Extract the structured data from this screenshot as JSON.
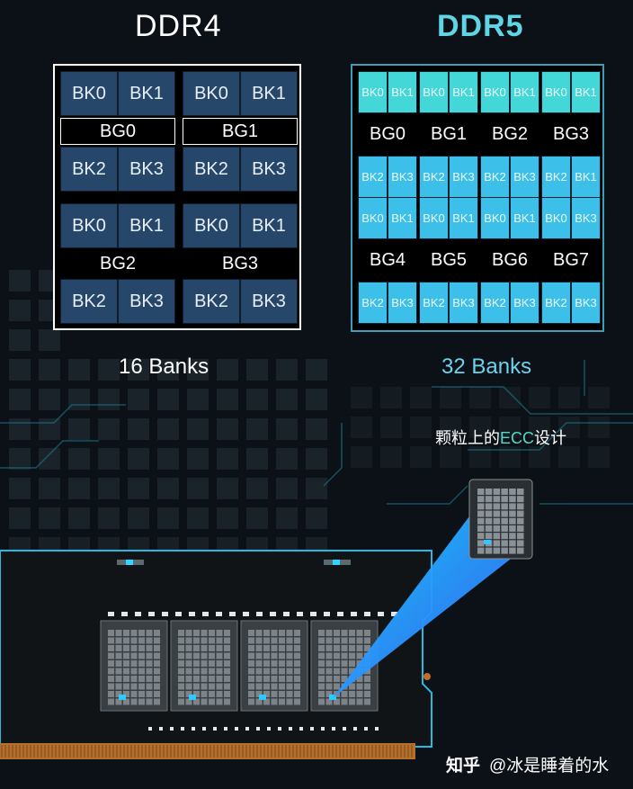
{
  "ddr4": {
    "title": "DDR4",
    "bank_count": "16 Banks",
    "groups": [
      {
        "label": "BG0",
        "banks": [
          "BK0",
          "BK1",
          "BK2",
          "BK3"
        ]
      },
      {
        "label": "BG1",
        "banks": [
          "BK0",
          "BK1",
          "BK2",
          "BK3"
        ]
      },
      {
        "label": "BG2",
        "banks": [
          "BK0",
          "BK1",
          "BK2",
          "BK3"
        ]
      },
      {
        "label": "BG3",
        "banks": [
          "BK0",
          "BK1",
          "BK2",
          "BK3"
        ]
      }
    ]
  },
  "ddr5": {
    "title": "DDR5",
    "bank_count": "32 Banks",
    "groups": [
      {
        "label": "BG0",
        "banks": [
          "BK0",
          "BK1",
          "BK2",
          "BK3"
        ]
      },
      {
        "label": "BG1",
        "banks": [
          "BK0",
          "BK1",
          "BK2",
          "BK3"
        ]
      },
      {
        "label": "BG2",
        "banks": [
          "BK0",
          "BK1",
          "BK2",
          "BK3"
        ]
      },
      {
        "label": "BG3",
        "banks": [
          "BK0",
          "BK1",
          "BK2",
          "BK1"
        ]
      },
      {
        "label": "BG4",
        "banks": [
          "BK0",
          "BK1",
          "BK2",
          "BK3"
        ]
      },
      {
        "label": "BG5",
        "banks": [
          "BK0",
          "BK1",
          "BK2",
          "BK3"
        ]
      },
      {
        "label": "BG6",
        "banks": [
          "BK0",
          "BK1",
          "BK2",
          "BK3"
        ]
      },
      {
        "label": "BG7",
        "banks": [
          "BK0",
          "BK3",
          "BK2",
          "BK3"
        ]
      }
    ]
  },
  "ecc": {
    "prefix": "颗粒上的",
    "highlight": "ECC",
    "suffix": "设计"
  },
  "watermark": {
    "logo": "知乎",
    "author": "@冰是睡着的水"
  },
  "colors": {
    "ddr4_bank": "#27476a",
    "ddr5_bank_top": "#43d7d7",
    "ddr5_bank_bottom": "#3cbfe8",
    "accent": "#5fd6e6",
    "beam": "#2aa8ff"
  }
}
